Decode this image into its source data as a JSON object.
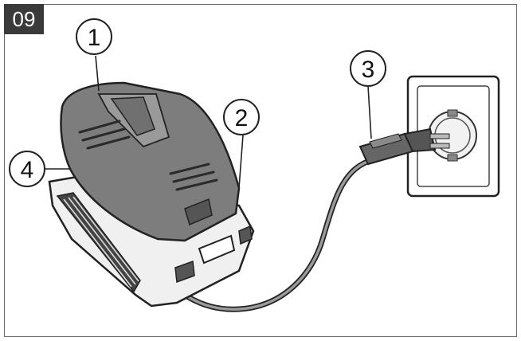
{
  "figure_number": "09",
  "callouts": [
    {
      "number": "1"
    },
    {
      "number": "2"
    },
    {
      "number": "3"
    },
    {
      "number": "4"
    }
  ],
  "colors": {
    "battery": "#7d7d7d",
    "battery_dark": "#5a5a5a",
    "charger": "#efefef",
    "outline": "#222222",
    "badge": "#3a3a3a"
  }
}
